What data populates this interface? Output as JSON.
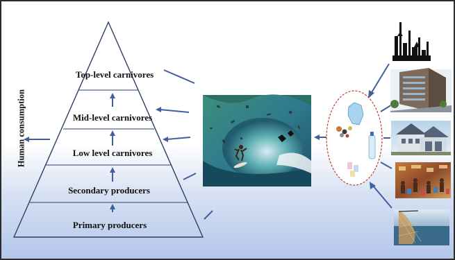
{
  "pyramid": {
    "levels": [
      "Top-level carnivores",
      "Mid-level carnivores",
      "Low level carnivores",
      "Secondary producers",
      "Primary producers"
    ]
  },
  "side_label": "Human consumption",
  "images": [
    "ocean-wave-plastic-image",
    "plastic-waste-image",
    "industry-skyline-image",
    "office-building-image",
    "house-image",
    "market-image",
    "fishing-net-image"
  ],
  "colors": {
    "arrow": "#3f5f9f",
    "oval": "#c0392b",
    "outline": "#2b3f66"
  }
}
